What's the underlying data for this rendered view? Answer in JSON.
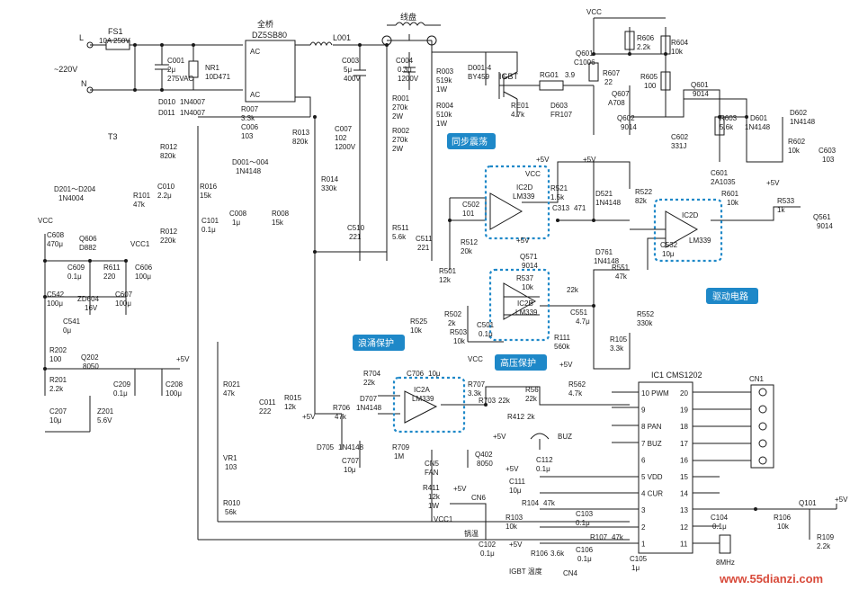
{
  "power_input": {
    "live": "L",
    "neutral": "N",
    "voltage": "~220V"
  },
  "fuse": {
    "ref": "FS1",
    "rating": "10A 250V"
  },
  "rectifier": {
    "name": "全桥",
    "part": "DZ5SB80",
    "ac1": "AC",
    "ac2": "AC"
  },
  "coil": {
    "name": "线盘"
  },
  "transformer": {
    "ref": "T3"
  },
  "notes": {
    "d201": "D201～D204",
    "d201_part": "1N4004",
    "d001": "D001～004",
    "d001_part": "1N4148",
    "d010": "D010",
    "d010_part": "1N4007",
    "d011": "D011",
    "d011_part": "1N4007",
    "d001_4": "D001-4",
    "d001_4_part": "BY459",
    "igbt": "IGBT",
    "igbt_temp": "IGBT 温度",
    "pot_temp": "锅温"
  },
  "components": {
    "L001": "L001",
    "C001": "C001",
    "C001_v": "2μ",
    "C001_v2": "275VAC",
    "NR1": "NR1",
    "NR1_v": "10D471",
    "C003": "C003",
    "C003_v": "5μ",
    "C003_v2": "400V",
    "C004": "C004",
    "C004_v": "0.3μ",
    "C004_v2": "1200V",
    "R003": "R003",
    "R003_v": "519k",
    "R003_v2": "1W",
    "R004": "R004",
    "R004_v": "510k",
    "R004_v2": "1W",
    "R001": "R001",
    "R001_v": "270k",
    "R001_v2": "2W",
    "R002": "R002",
    "R002_v": "270k",
    "R002_v2": "2W",
    "R007": "R007",
    "R007_v": "3.3k",
    "C006": "C006",
    "C006_v": "103",
    "C007": "C007",
    "C007_v": "102",
    "C007_v2": "1200V",
    "R013": "R013",
    "R013_v": "820k",
    "R014": "R014",
    "R014_v": "330k",
    "R012": "R012",
    "R012_v": "820k",
    "C010": "C010",
    "C010_v": "2.2μ",
    "R016": "R016",
    "R016_v": "15k",
    "R101": "R101",
    "R101_v": "47k",
    "C101": "C101",
    "C101_v": "0.1μ",
    "C008": "C008",
    "C008_v": "1μ",
    "R008": "R008",
    "R008_v": "15k",
    "R012b": "R012",
    "R012b_v": "220k",
    "C608": "C608",
    "C608_v": "470μ",
    "Q606": "Q606",
    "Q606_v": "D882",
    "C609": "C609",
    "C609_v": "0.1μ",
    "R611": "R611",
    "R611_v": "220",
    "C606": "C606",
    "C606_v": "100μ",
    "C542": "C542",
    "C542_v": "100μ",
    "ZD604": "ZD604",
    "ZD604_v": "16V",
    "C541": "C541",
    "C541_v": "0μ",
    "C607": "C607",
    "C607_v": "100μ",
    "R202": "R202",
    "R202_v": "100",
    "Q202": "Q202",
    "Q202_v": "8050",
    "R201": "R201",
    "R201_v": "2.2k",
    "C209": "C209",
    "C209_v": "0.1μ",
    "C208": "C208",
    "C208_v": "100μ",
    "C207": "C207",
    "C207_v": "10μ",
    "Z201": "Z201",
    "Z201_v": "5.6V",
    "RG01": "RG01",
    "RG01_v": "3.9",
    "RE01": "RE01",
    "RE01_v": "4.7k",
    "D603": "D603",
    "D603_v": "FR107",
    "Q601": "Q601",
    "Q601_v": "C1006",
    "R607": "R607",
    "R607_v": "22",
    "R606": "R606",
    "R606_v": "2.2k",
    "R604": "R604",
    "R604_v": "10k",
    "R605": "R605",
    "R605_v": "100",
    "Q607": "Q607",
    "Q607_v": "A708",
    "Q602": "Q602",
    "Q602_v": "9014",
    "C602": "C602",
    "C602_v": "331J",
    "Q601b": "Q601",
    "Q601b_v": "9014",
    "R603": "R603",
    "R603_v": "5.6k",
    "D601": "D601",
    "D601_v": "1N4148",
    "D602": "D602",
    "D602_v": "1N4148",
    "R602": "R602",
    "R602_v": "10k",
    "C603": "C603",
    "C603_v": "103",
    "C601": "C601",
    "C601_v": "2A1035",
    "R601": "R601",
    "R601_v": "10k",
    "R533": "R533",
    "R533_v": "1k",
    "Q561": "Q561",
    "Q561_v": "9014",
    "C502": "C502",
    "C502_v": "101",
    "R521": "R521",
    "R521_v": "1.5k",
    "C313": "C313",
    "C313_v": "471",
    "D521": "D521",
    "D521_v": "1N4148",
    "R522": "R522",
    "R522_v": "82k",
    "C510": "C510",
    "C510_v": "221",
    "R511": "R511",
    "R511_v": "5.6k",
    "C511": "C511",
    "C511_v": "221",
    "R512": "R512",
    "R512_v": "20k",
    "R501": "R501",
    "R501_v": "12k",
    "Q571": "Q571",
    "Q571_v": "9014",
    "R537": "R537",
    "R537_v": "10k",
    "C532": "C532",
    "C532_v": "10μ",
    "D761": "D761",
    "D761_v": "1N4148",
    "R551": "R551",
    "R551_v": "47k",
    "C551": "C551",
    "C551_v": "4.7μ",
    "R552": "R552",
    "R552_v": "330k",
    "R525": "R525",
    "R525_v": "10k",
    "R502": "R502",
    "R502_v": "2k",
    "R503": "R503",
    "R503_v": "10k",
    "C501": "C501",
    "C501_v": "0.1μ",
    "R111": "R111",
    "R111_v": "560k",
    "R105": "R105",
    "R105_v": "3.3k",
    "R704": "R704",
    "R704_v": "22k",
    "C706": "C706",
    "C706_v": "10μ",
    "C011": "C011",
    "C011_v": "222",
    "R015": "R015",
    "R015_v": "12k",
    "D707": "D707",
    "D707_v": "1N4148",
    "R706": "R706",
    "R706_v": "47k",
    "D705": "D705",
    "D705_v": "1N4148",
    "C707": "C707",
    "C707_v": "10μ",
    "R709": "R709",
    "R709_v": "1M",
    "R707": "R707",
    "R707_v": "3.3k",
    "R703": "R703",
    "R703_v": "22k",
    "R56": "R56",
    "R56_v": "22k",
    "R562": "R562",
    "R562_v": "4.7k",
    "R412": "R412",
    "R412_v": "2k",
    "R021": "R021",
    "R021_v": "47k",
    "VR1": "VR1",
    "VR1_v": "103",
    "R010": "R010",
    "R010_v": "56k",
    "Q402": "Q402",
    "Q402_v": "8050",
    "R411": "R411",
    "R411_v": "12k",
    "R411_v2": "1W",
    "C111": "C111",
    "C111_v": "10μ",
    "C112": "C112",
    "C112_v": "0.1μ",
    "R104": "R104",
    "R104_v": "47k",
    "C103": "C103",
    "C103_v": "0.1μ",
    "R103": "R103",
    "R103_v": "10k",
    "C102": "C102",
    "C102_v": "0.1μ",
    "R106a": "R106",
    "R106a_v": "3.6k",
    "R107": "R107",
    "R107_v": "47k",
    "C106": "C106",
    "C106_v": "0.1μ",
    "C105": "C105",
    "C105_v": "1μ",
    "C104": "C104",
    "C104_v": "0.1μ",
    "R106b": "R106",
    "R106b_v": "10k",
    "Q101": "Q101",
    "R109": "R109",
    "R109_v": "2.2k",
    "crystal": "8MHz",
    "BUZ": "BUZ",
    "CN1": "CN1",
    "CN4": "CN4",
    "CN5": "CN5",
    "CN5_fan": "FAN",
    "CN6": "CN6"
  },
  "opamps": {
    "IC2D_top": "IC2D",
    "IC2D_top_part": "LM339",
    "IC2D_right": "IC2D",
    "IC2D_right_part": "LM339",
    "IC2B": "IC2B",
    "IC2B_part": "LM339",
    "IC2A": "IC2A",
    "IC2A_part": "LM339"
  },
  "ic1": {
    "title": "IC1 CMS1202",
    "left_pins": [
      {
        "num": "10",
        "name": "PWM"
      },
      {
        "num": "9",
        "name": ""
      },
      {
        "num": "8",
        "name": "PAN"
      },
      {
        "num": "7",
        "name": "BUZ"
      },
      {
        "num": "6",
        "name": ""
      },
      {
        "num": "5",
        "name": "VDD"
      },
      {
        "num": "4",
        "name": "CUR"
      },
      {
        "num": "3",
        "name": ""
      },
      {
        "num": "2",
        "name": ""
      },
      {
        "num": "1",
        "name": ""
      }
    ],
    "right_pins": [
      "20",
      "19",
      "18",
      "17",
      "16",
      "15",
      "14",
      "13",
      "12",
      "11"
    ]
  },
  "rails": {
    "vcc": "VCC",
    "vcc1": "VCC1",
    "p5v": "+5V"
  },
  "annotations": {
    "sync": "同步震荡",
    "drive": "驱动电路",
    "surge": "浪涌保护",
    "hv": "高压保护"
  },
  "watermark": "www.55dianzi.com",
  "colors": {
    "highlight": "#1e88c8",
    "tag_bg": "#1e88c8",
    "watermark": "#d84a3a"
  }
}
